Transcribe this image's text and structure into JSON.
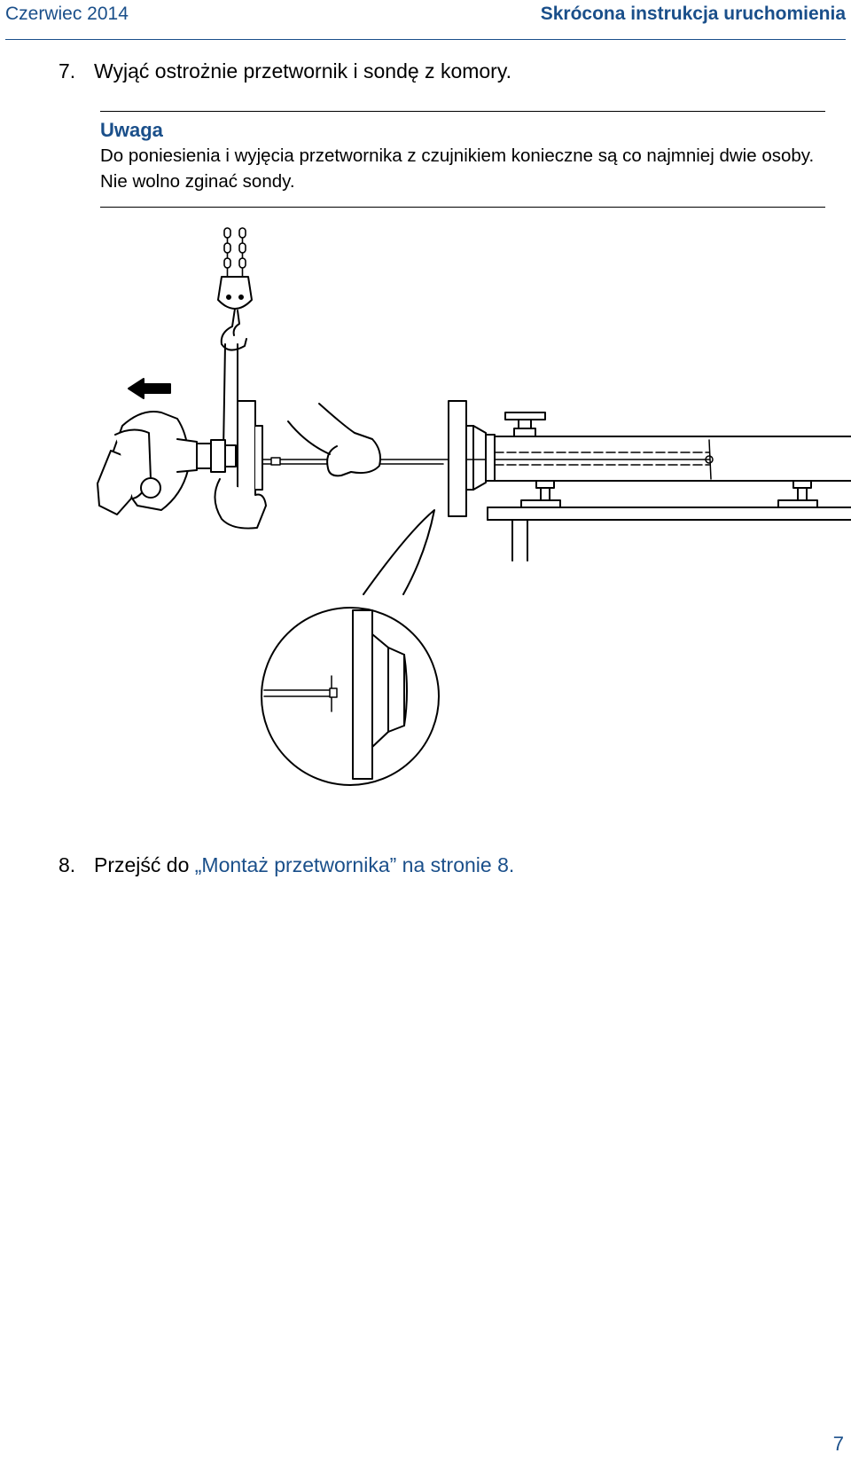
{
  "header": {
    "date": "Czerwiec 2014",
    "title": "Skrócona instrukcja uruchomienia"
  },
  "steps": [
    {
      "number": "7.",
      "text": "Wyjąć ostrożnie przetwornik i sondę z komory."
    },
    {
      "number": "8.",
      "text_before": "Przejść do ",
      "link_text": "„Montaż przetwornika” na stronie 8",
      "text_after": "."
    }
  ],
  "note": {
    "title": "Uwaga",
    "body": "Do poniesienia i wyjęcia przetwornika z czujnikiem konieczne są co najmniej dwie osoby. Nie wolno zginać sondy."
  },
  "figure": {
    "colors": {
      "line": "#000000",
      "fill": "#ffffff"
    },
    "icons": [
      "arrow-left-icon"
    ]
  },
  "footer": {
    "page_number": "7"
  }
}
